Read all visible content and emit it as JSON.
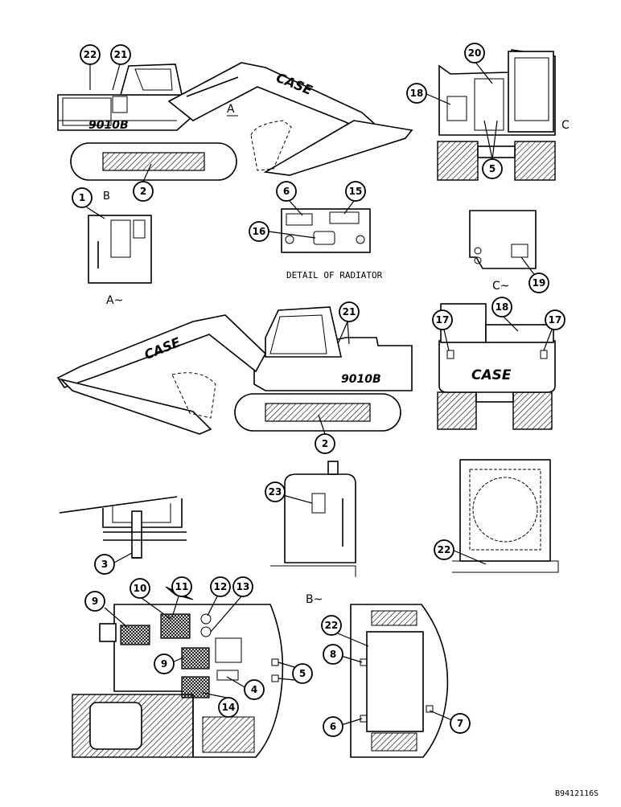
{
  "figure_id": "B9412116S",
  "captions": {
    "radiator_detail": "DETAIL OF RADIATOR",
    "view_a": "A~",
    "view_b": "B~",
    "view_c": "C~",
    "marker_a": "A",
    "marker_b": "B",
    "marker_c": "C"
  },
  "decals": {
    "brand": "CASE",
    "model": "9010B"
  },
  "callouts": [
    "22",
    "21",
    "2",
    "20",
    "18",
    "5",
    "1",
    "6",
    "15",
    "16",
    "19",
    "21",
    "18",
    "17",
    "17",
    "2",
    "23",
    "3",
    "22",
    "9",
    "10",
    "11",
    "12",
    "13",
    "9",
    "5",
    "4",
    "14",
    "22",
    "8",
    "6",
    "7"
  ]
}
